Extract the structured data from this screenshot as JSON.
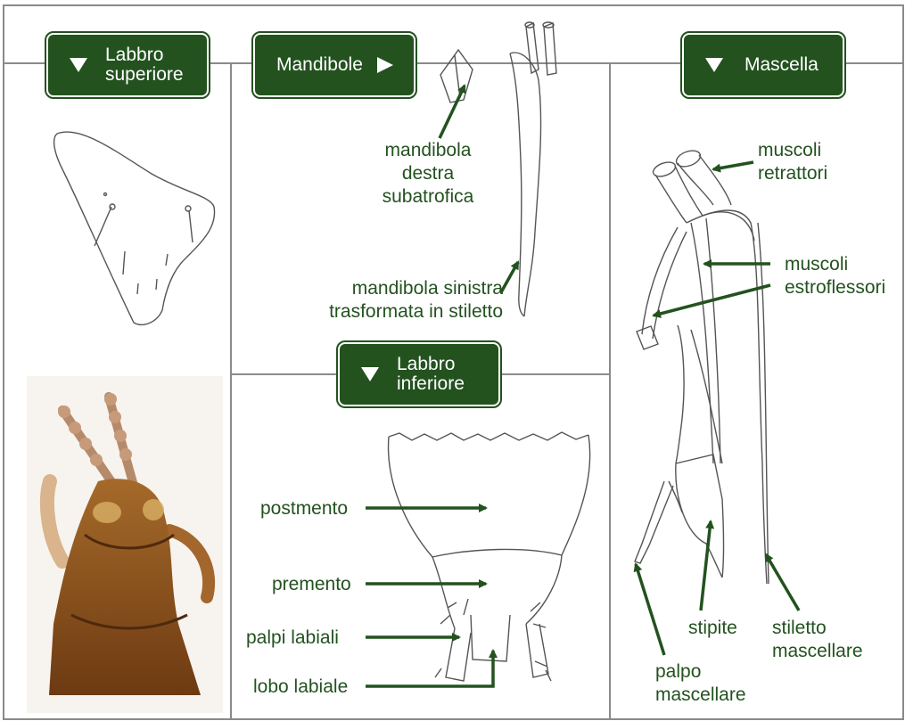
{
  "buttons": {
    "labbro_superiore": "Labbro\nsuperiore",
    "mandibole": "Mandibole",
    "mascella": "Mascella",
    "labbro_inferiore": "Labbro\ninferiore"
  },
  "labels": {
    "mandibola_destra": "mandibola\ndestra\nsubatrofica",
    "mandibola_sinistra": "mandibola sinistra\ntrasformata in stiletto",
    "muscoli_retrattori": "muscoli\nretrattori",
    "muscoli_estroflessori": "muscoli\nestroflessori",
    "postmento": "postmento",
    "premento": "premento",
    "palpi_labiali": "palpi labiali",
    "lobo_labiale": "lobo labiale",
    "stipite": "stipite",
    "stiletto_mascellare": "stiletto\nmascellare",
    "palpo_mascellare": "palpo\nmascellare"
  },
  "colors": {
    "accent": "#23521f",
    "frame": "#8a8a8a",
    "drawing": "#555555"
  },
  "icons": {
    "collapse": "triangle-down-icon",
    "expand": "triangle-right-icon"
  }
}
